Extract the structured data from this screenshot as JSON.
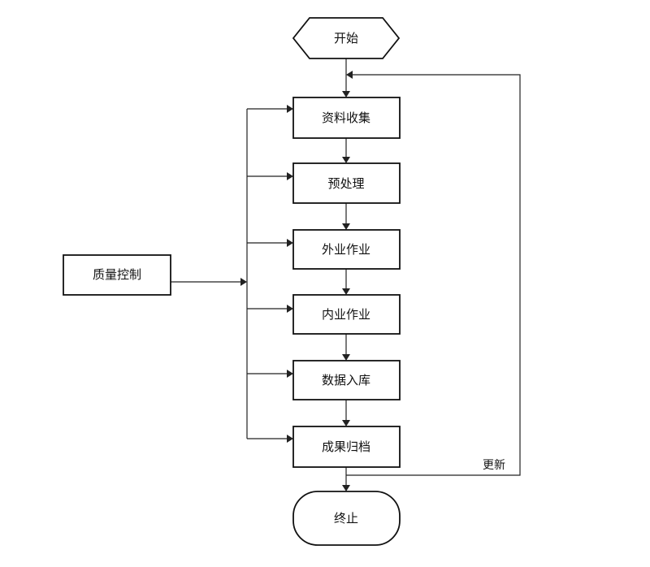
{
  "diagram": {
    "nodes": {
      "start": {
        "label": "开始"
      },
      "collect": {
        "label": "资料收集"
      },
      "preprocess": {
        "label": "预处理"
      },
      "fieldwork": {
        "label": "外业作业"
      },
      "officework": {
        "label": "内业作业"
      },
      "database": {
        "label": "数据入库"
      },
      "archive": {
        "label": "成果归档"
      },
      "end": {
        "label": "终止"
      },
      "quality": {
        "label": "质量控制"
      }
    },
    "edges": {
      "update_label": "更新"
    }
  }
}
